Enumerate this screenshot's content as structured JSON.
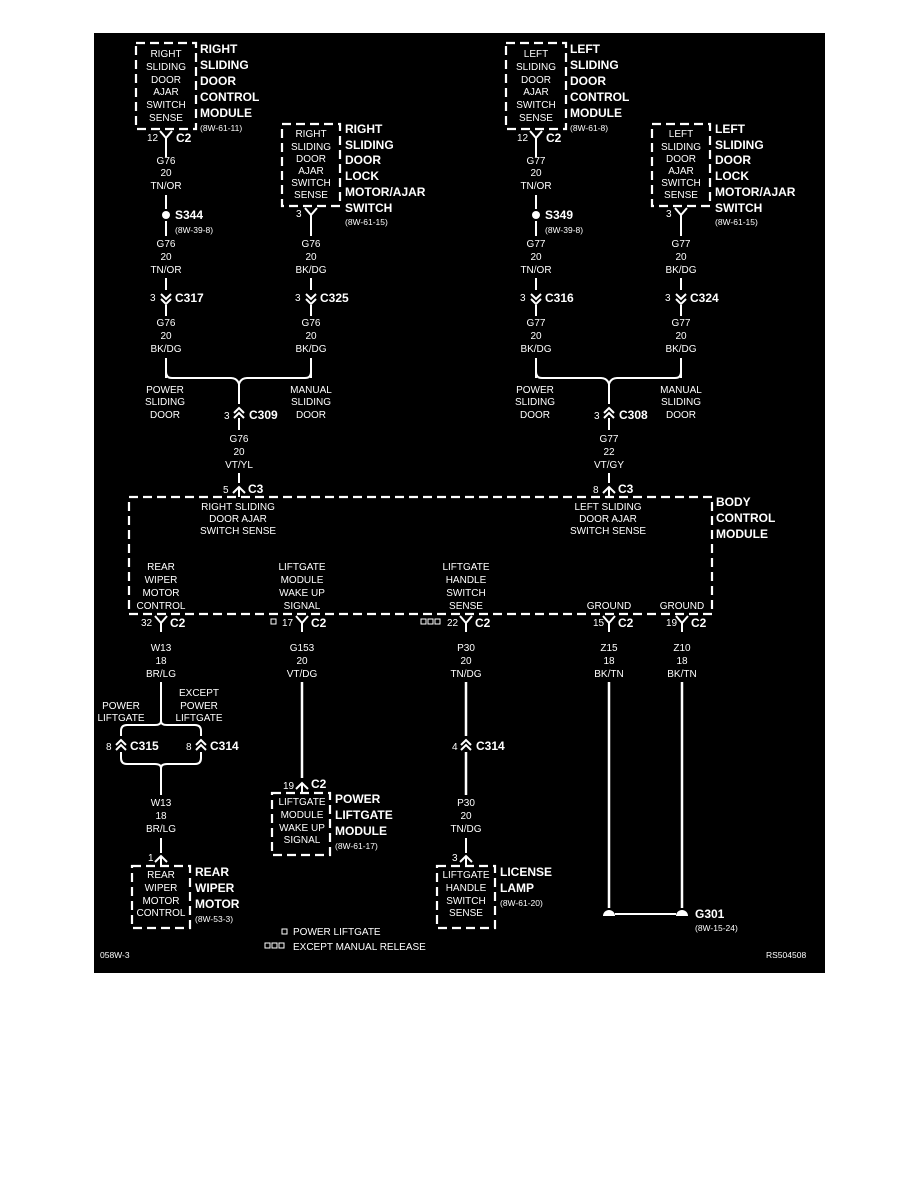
{
  "modules": {
    "rsd_ctrl": {
      "box": [
        "RIGHT",
        "SLIDING",
        "DOOR",
        "AJAR",
        "SWITCH",
        "SENSE"
      ],
      "name": [
        "RIGHT",
        "SLIDING",
        "DOOR",
        "CONTROL",
        "MODULE"
      ],
      "ref": "(8W-61-11)",
      "pin": "12",
      "conn": "C2"
    },
    "rsd_lock": {
      "box": [
        "RIGHT",
        "SLIDING",
        "DOOR",
        "AJAR",
        "SWITCH",
        "SENSE"
      ],
      "name": [
        "RIGHT",
        "SLIDING",
        "DOOR",
        "LOCK",
        "MOTOR/AJAR",
        "SWITCH"
      ],
      "ref": "(8W-61-15)",
      "pin": "3"
    },
    "lsd_ctrl": {
      "box": [
        "LEFT",
        "SLIDING",
        "DOOR",
        "AJAR",
        "SWITCH",
        "SENSE"
      ],
      "name": [
        "LEFT",
        "SLIDING",
        "DOOR",
        "CONTROL",
        "MODULE"
      ],
      "ref": "(8W-61-8)",
      "pin": "12",
      "conn": "C2"
    },
    "lsd_lock": {
      "box": [
        "LEFT",
        "SLIDING",
        "DOOR",
        "AJAR",
        "SWITCH",
        "SENSE"
      ],
      "name": [
        "LEFT",
        "SLIDING",
        "DOOR",
        "LOCK",
        "MOTOR/AJAR",
        "SWITCH"
      ],
      "ref": "(8W-61-15)",
      "pin": "3"
    },
    "bcm": {
      "name": [
        "BODY",
        "CONTROL",
        "MODULE"
      ],
      "right_in": [
        "RIGHT SLIDING",
        "DOOR AJAR",
        "SWITCH SENSE"
      ],
      "left_in": [
        "LEFT SLIDING",
        "DOOR AJAR",
        "SWITCH SENSE"
      ],
      "rear_wiper": [
        "REAR",
        "WIPER",
        "MOTOR",
        "CONTROL"
      ],
      "lg_wake": [
        "LIFTGATE",
        "MODULE",
        "WAKE UP",
        "SIGNAL"
      ],
      "lg_handle": [
        "LIFTGATE",
        "HANDLE",
        "SWITCH",
        "SENSE"
      ],
      "ground1": "GROUND",
      "ground2": "GROUND",
      "pin_r": "5",
      "conn_r": "C3",
      "pin_l": "8",
      "conn_l": "C3",
      "pin_rw": "32",
      "conn_rw": "C2",
      "pin_lw": "17",
      "conn_lw": "C2",
      "pin_lh": "22",
      "conn_lh": "C2",
      "pin_g1": "15",
      "conn_g1": "C2",
      "pin_g2": "19",
      "conn_g2": "C2"
    },
    "plm": {
      "box": [
        "LIFTGATE",
        "MODULE",
        "WAKE UP",
        "SIGNAL"
      ],
      "name": [
        "POWER",
        "LIFTGATE",
        "MODULE"
      ],
      "ref": "(8W-61-17)",
      "pin": "19",
      "conn": "C2"
    },
    "wiper": {
      "box": [
        "REAR",
        "WIPER",
        "MOTOR",
        "CONTROL"
      ],
      "name": [
        "REAR",
        "WIPER",
        "MOTOR"
      ],
      "ref": "(8W-53-3)",
      "pin": "1"
    },
    "lamp": {
      "box": [
        "LIFTGATE",
        "HANDLE",
        "SWITCH",
        "SENSE"
      ],
      "name": [
        "LICENSE",
        "LAMP"
      ],
      "ref": "(8W-61-20)",
      "pin": "3"
    }
  },
  "splices": {
    "s344": {
      "name": "S344",
      "ref": "(8W-39-8)"
    },
    "s349": {
      "name": "S349",
      "ref": "(8W-39-8)"
    }
  },
  "connectors": {
    "c317": {
      "pin": "3",
      "name": "C317"
    },
    "c325": {
      "pin": "3",
      "name": "C325"
    },
    "c316": {
      "pin": "3",
      "name": "C316"
    },
    "c324": {
      "pin": "3",
      "name": "C324"
    },
    "c309": {
      "pin": "3",
      "name": "C309"
    },
    "c308": {
      "pin": "3",
      "name": "C308"
    },
    "c315": {
      "pin": "8",
      "name": "C315"
    },
    "c314a": {
      "pin": "8",
      "name": "C314"
    },
    "c314b": {
      "pin": "4",
      "name": "C314"
    }
  },
  "wires": {
    "r1": [
      "G76",
      "20",
      "TN/OR"
    ],
    "r2": [
      "G76",
      "20",
      "TN/OR"
    ],
    "r3": [
      "G76",
      "20",
      "BK/DG"
    ],
    "r4": [
      "G76",
      "20",
      "BK/DG"
    ],
    "r5": [
      "G76",
      "20",
      "BK/DG"
    ],
    "r6": [
      "G76",
      "20",
      "VT/YL"
    ],
    "l1": [
      "G77",
      "20",
      "TN/OR"
    ],
    "l2": [
      "G77",
      "20",
      "TN/OR"
    ],
    "l3": [
      "G77",
      "20",
      "BK/DG"
    ],
    "l4": [
      "G77",
      "20",
      "BK/DG"
    ],
    "l5": [
      "G77",
      "20",
      "BK/DG"
    ],
    "l6": [
      "G77",
      "22",
      "VT/GY"
    ],
    "w13a": [
      "W13",
      "18",
      "BR/LG"
    ],
    "w13b": [
      "W13",
      "18",
      "BR/LG"
    ],
    "g153": [
      "G153",
      "20",
      "VT/DG"
    ],
    "p30a": [
      "P30",
      "20",
      "TN/DG"
    ],
    "p30b": [
      "P30",
      "20",
      "TN/DG"
    ],
    "z15": [
      "Z15",
      "18",
      "BK/TN"
    ],
    "z10": [
      "Z10",
      "18",
      "BK/TN"
    ]
  },
  "branches": {
    "r_power": [
      "POWER",
      "SLIDING",
      "DOOR"
    ],
    "r_manual": [
      "MANUAL",
      "SLIDING",
      "DOOR"
    ],
    "l_power": [
      "POWER",
      "SLIDING",
      "DOOR"
    ],
    "l_manual": [
      "MANUAL",
      "SLIDING",
      "DOOR"
    ],
    "power_lg": [
      "POWER",
      "LIFTGATE"
    ],
    "except_lg": [
      "EXCEPT",
      "POWER",
      "LIFTGATE"
    ]
  },
  "ground": {
    "name": "G301",
    "ref": "(8W-15-24)"
  },
  "legend": {
    "power_liftgate": "POWER LIFTGATE",
    "except_manual": "EXCEPT MANUAL RELEASE"
  },
  "footer": {
    "left": "058W-3",
    "right": "RS504508"
  },
  "colors": {
    "background": "#000000",
    "ink": "#ffffff",
    "page": "#ffffff"
  }
}
